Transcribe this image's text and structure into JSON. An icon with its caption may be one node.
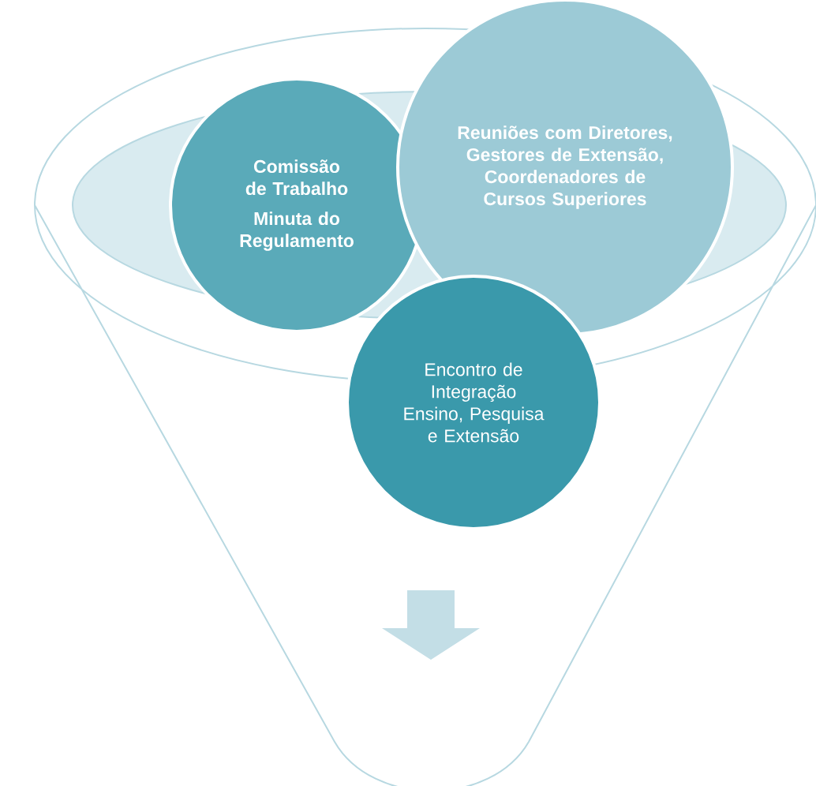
{
  "diagram": {
    "nodes": [
      {
        "text": [
          "Comissão de Trabalho",
          "Minuta do Regulamento"
        ]
      },
      {
        "text": [
          "Reuniões com Diretores, Gestores de Extensão, Coordenadores de Cursos Superiores"
        ]
      },
      {
        "text": [
          "Encontro de Integração Ensino, Pesquisa e Extensão"
        ]
      }
    ],
    "edges": []
  }
}
